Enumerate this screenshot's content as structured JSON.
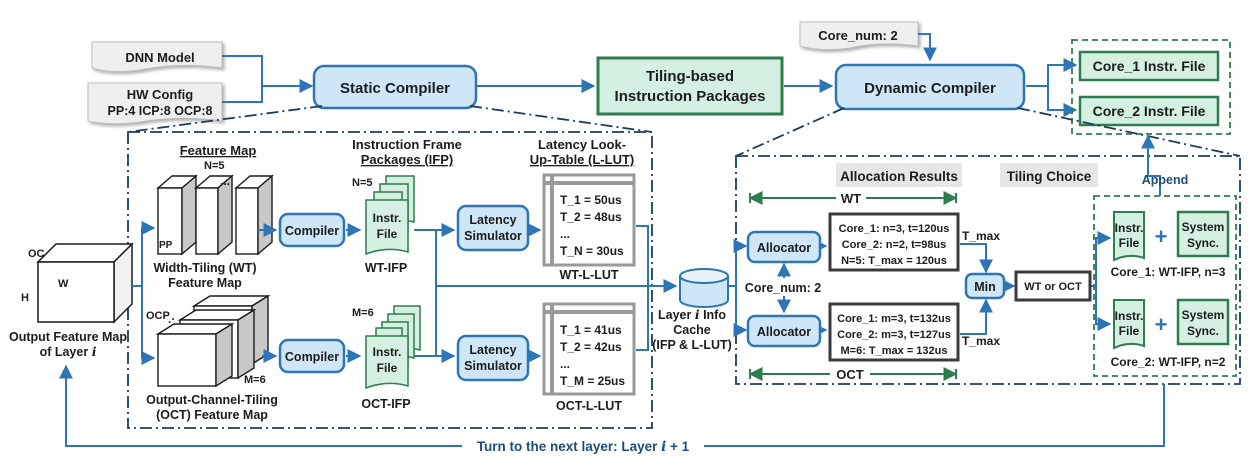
{
  "inputs": {
    "dnn_model": "DNN Model",
    "hw_config_title": "HW Config",
    "hw_config_values": "PP:4 ICP:8 OCP:8",
    "core_num_top": "Core_num: 2"
  },
  "top_flow": {
    "static_compiler": "Static Compiler",
    "tiling_packages_line1": "Tiling-based",
    "tiling_packages_line2": "Instruction Packages",
    "dynamic_compiler": "Dynamic Compiler",
    "core1_file": "Core_1 Instr. File",
    "core2_file": "Core_2 Instr. File"
  },
  "static_detail": {
    "feature_map_header": "Feature Map",
    "ifp_header_line1": "Instruction Frame",
    "ifp_header_line2": "Packages (IFP)",
    "lut_header_line1": "Latency Look-",
    "lut_header_line2": "Up-Table (L-LUT)",
    "output_cube_oc": "OC",
    "output_cube_w": "W",
    "output_cube_h": "H",
    "output_caption_line1": "Output Feature Map",
    "output_caption_line2": "of Layer",
    "layer_var": "i",
    "wt_n": "N=5",
    "wt_pp": "PP",
    "wt_caption_line1": "Width-Tiling (WT)",
    "wt_caption_line2": "Feature Map",
    "oct_ocp": "OCP",
    "oct_m": "M=6",
    "oct_caption_line1": "Output-Channel-Tiling",
    "oct_caption_line2": "(OCT) Feature Map",
    "compiler": "Compiler",
    "latency_sim_line1": "Latency",
    "latency_sim_line2": "Simulator",
    "ifp_wt_count": "N=5",
    "ifp_oct_count": "M=6",
    "instr_line1": "Instr.",
    "instr_line2": "File",
    "wt_ifp_label": "WT-IFP",
    "oct_ifp_label": "OCT-IFP",
    "wt_lut": [
      "T_1 = 50us",
      "T_2 = 48us",
      "...",
      "T_N = 30us"
    ],
    "oct_lut": [
      "T_1 = 41us",
      "T_2 = 42us",
      "...",
      "T_M = 25us"
    ],
    "wt_lut_label": "WT-L-LUT",
    "oct_lut_label": "OCT-L-LUT"
  },
  "cache": {
    "line1": "Layer",
    "line1_var": "i",
    "line1_tail": "Info",
    "line2": "Cache",
    "line3": "(IFP & L-LUT)"
  },
  "dynamic_detail": {
    "allocation_results": "Allocation Results",
    "tiling_choice": "Tiling Choice",
    "append": "Append",
    "wt": "WT",
    "oct": "OCT",
    "allocator": "Allocator",
    "core_num_mid": "Core_num: 2",
    "wt_result": [
      "Core_1: n=3, t=120us",
      "Core_2: n=2, t=98us",
      "N=5: T_max = 120us"
    ],
    "oct_result": [
      "Core_1: m=3, t=132us",
      "Core_2: m=3, t=127us",
      "M=6: T_max = 132us"
    ],
    "t_max_top": "T_max",
    "t_max_bottom": "T_max",
    "min": "Min",
    "wt_or_oct": "WT or OCT",
    "instr_line1": "Instr.",
    "instr_line2": "File",
    "plus": "+",
    "sys_line1": "System",
    "sys_line2": "Sync.",
    "core1_caption": "Core_1: WT-IFP, n=3",
    "core2_caption": "Core_2: WT-IFP, n=2"
  },
  "footer": {
    "next_layer_prefix": "Turn to the next layer: Layer",
    "next_layer_var": "i",
    "next_layer_suffix": "+ 1"
  },
  "colors": {
    "blue_fill": "#cfe6f7",
    "blue_stroke": "#2e75b6",
    "green_fill": "#d5efe2",
    "green_stroke": "#2e7d4f",
    "arrow": "#2e75b6",
    "dark": "#1c1c1c"
  }
}
